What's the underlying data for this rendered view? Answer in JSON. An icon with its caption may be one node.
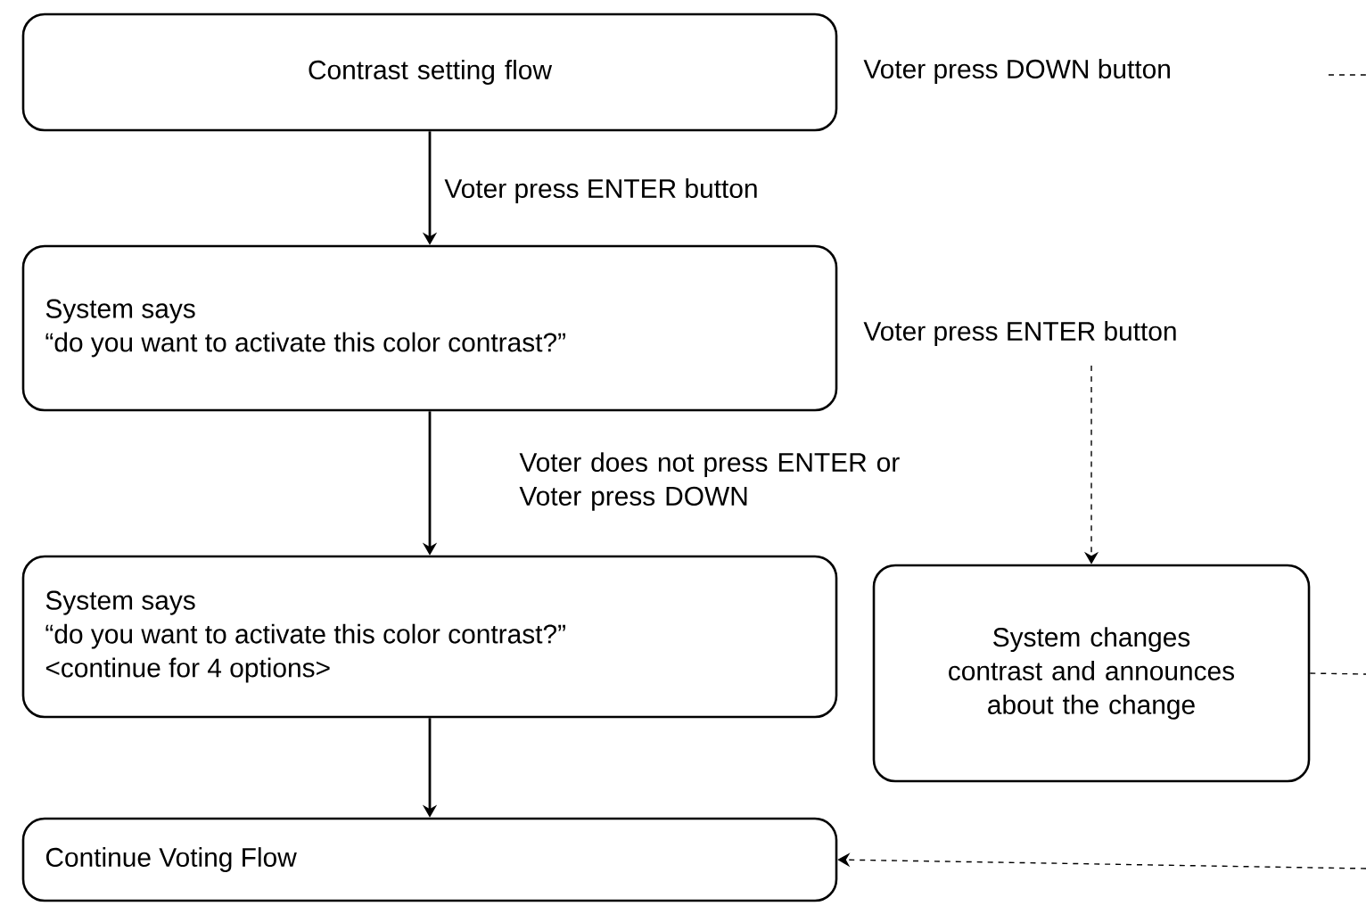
{
  "diagram": {
    "nodes": [
      {
        "text": [
          "Contrast setting flow"
        ]
      },
      {
        "text": [
          "System says",
          "“do you want to activate this color contrast?”"
        ]
      },
      {
        "text": [
          "System says",
          "“do you want to activate this color contrast?”",
          "<continue for 4 options>"
        ]
      },
      {
        "text": [
          "System changes contrast and announces about the change"
        ]
      },
      {
        "text": [
          "Continue Voting Flow"
        ]
      }
    ],
    "edges": [
      {
        "from": 0,
        "to": 1,
        "arrow": "to",
        "label": "Voter press ENTER button"
      },
      {
        "from": 1,
        "to": 2,
        "arrow": "to",
        "label": "Voter does not press ENTER or Voter press DOWN"
      },
      {
        "from": 2,
        "to": 4,
        "arrow": "to"
      },
      {
        "from": null,
        "to": 3,
        "arrow": "to",
        "label": "Voter press ENTER button",
        "style": "dashed"
      },
      {
        "from": 3,
        "to": null,
        "arrow": "none",
        "style": "dashed"
      },
      {
        "from": null,
        "to": 4,
        "arrow": "to",
        "style": "dashed"
      }
    ],
    "labels": [
      "Voter press DOWN button"
    ]
  }
}
